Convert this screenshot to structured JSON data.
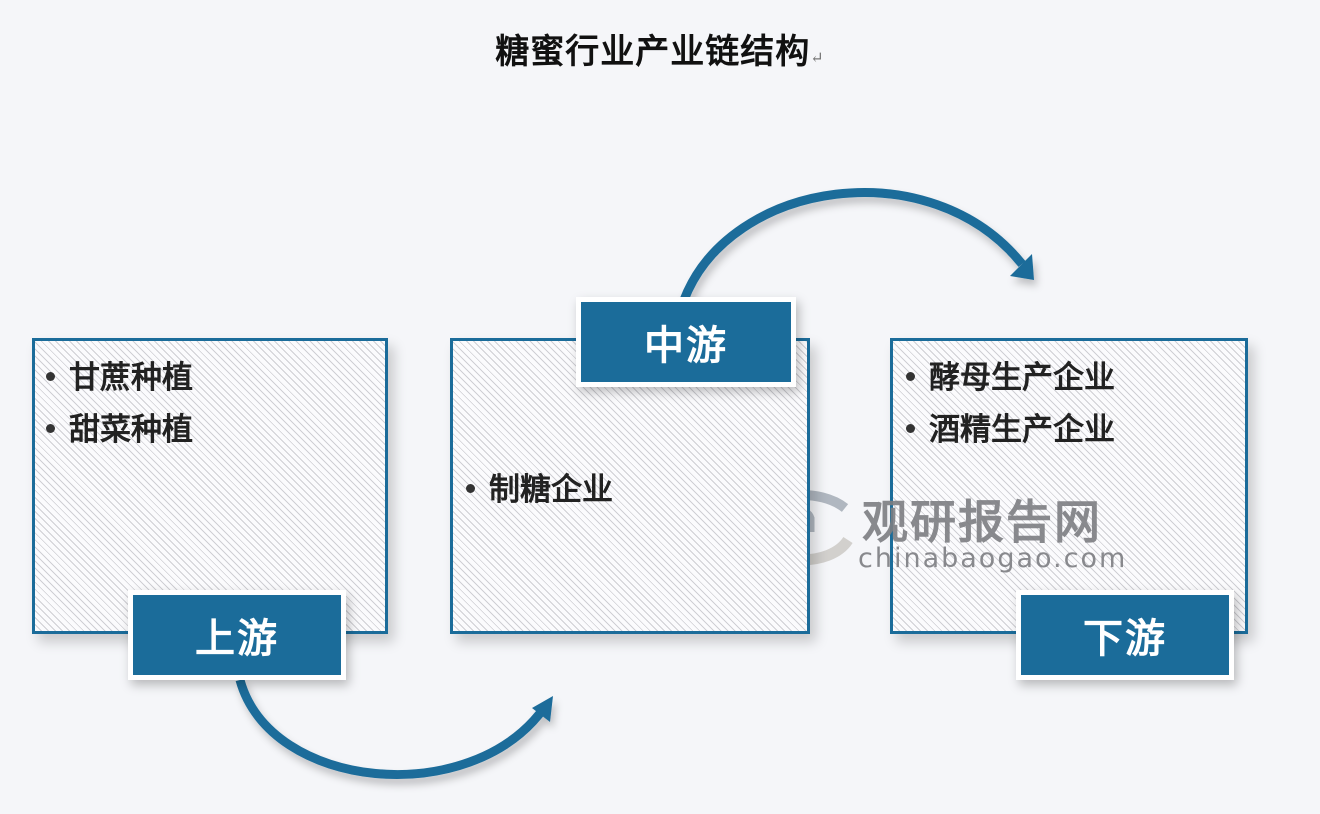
{
  "title": "糖蜜行业产业链结构",
  "title_mark": "↵",
  "colors": {
    "accent": "#1b6c9a",
    "background": "#f5f6f9",
    "text": "#222222",
    "watermark": "#7d7e82"
  },
  "stages": {
    "upstream": {
      "label": "上游",
      "items": [
        "甘蔗种植",
        "甜菜种植"
      ]
    },
    "midstream": {
      "label": "中游",
      "items": [
        "制糖企业"
      ]
    },
    "downstream": {
      "label": "下游",
      "items": [
        "酵母生产企业",
        "酒精生产企业"
      ]
    }
  },
  "arrows": [
    {
      "from": "上游",
      "to": "中游",
      "icon": "curved-arrow-icon"
    },
    {
      "from": "中游",
      "to": "下游",
      "icon": "curved-arrow-icon"
    }
  ],
  "watermark": {
    "name": "观研报告网",
    "url": "chinabaogao.com"
  }
}
